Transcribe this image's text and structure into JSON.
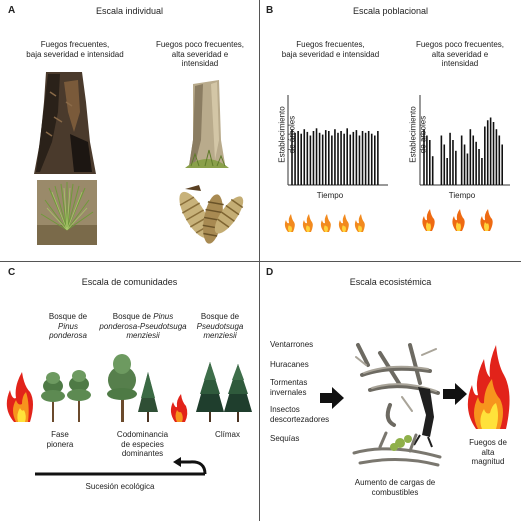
{
  "panels": {
    "a": {
      "letter": "A",
      "title": "Escala individual",
      "left_heading": [
        "Fuegos frecuentes,",
        "baja severidad e intensidad"
      ],
      "right_heading": [
        "Fuegos poco frecuentes,",
        "alta severidad e",
        "intensidad"
      ]
    },
    "b": {
      "letter": "B",
      "title": "Escala poblacional",
      "left_heading": [
        "Fuegos frecuentes,",
        "baja severidad e intensidad"
      ],
      "right_heading": [
        "Fuegos poco frecuentes,",
        "alta severidad e",
        "intensidad"
      ],
      "ylabel": [
        "Establecimiento",
        "de árboles"
      ],
      "xlabel": "Tiempo",
      "left_bars": [
        0.62,
        0.58,
        0.6,
        0.57,
        0.62,
        0.59,
        0.55,
        0.6,
        0.63,
        0.58,
        0.56,
        0.61,
        0.6,
        0.55,
        0.62,
        0.58,
        0.6,
        0.57,
        0.63,
        0.56,
        0.59,
        0.61,
        0.55,
        0.6,
        0.58,
        0.6,
        0.57,
        0.55,
        0.6
      ],
      "right_bars": [
        0.62,
        0.55,
        0.5,
        0.32,
        0,
        0,
        0.55,
        0.45,
        0.3,
        0.58,
        0.5,
        0.38,
        0,
        0.55,
        0.45,
        0.35,
        0.62,
        0.55,
        0.48,
        0.4,
        0.3,
        0.65,
        0.72,
        0.75,
        0.7,
        0.62,
        0.55,
        0.45
      ]
    },
    "c": {
      "letter": "C",
      "title": "Escala de comunidades",
      "forest1": {
        "prefix": "Bosque de",
        "species": [
          "Pinus",
          "ponderosa"
        ]
      },
      "forest2": {
        "prefix": "Bosque de",
        "species_a": "Pinus",
        "species_b": "ponderosa-",
        "species_c": "Pseudotsuga",
        "species_d": "menziesii"
      },
      "forest3": {
        "prefix": "Bosque de",
        "species": [
          "Pseudotsuga",
          "menziesii"
        ]
      },
      "stage1": [
        "Fase",
        "pionera"
      ],
      "stage2": [
        "Codominancia",
        "de especies",
        "dominantes"
      ],
      "stage3": "Clímax",
      "succession": "Sucesión ecológica"
    },
    "d": {
      "letter": "D",
      "title": "Escala ecosistémica",
      "disturbances": [
        "Ventarrones",
        "Huracanes",
        "Tormentas invernales",
        "Insectos descortezadores",
        "Sequías"
      ],
      "fuel_caption": [
        "Aumento de cargas de",
        "combustibles"
      ],
      "fire_caption": [
        "Fuegos de",
        "alta",
        "magnitud"
      ]
    }
  }
}
